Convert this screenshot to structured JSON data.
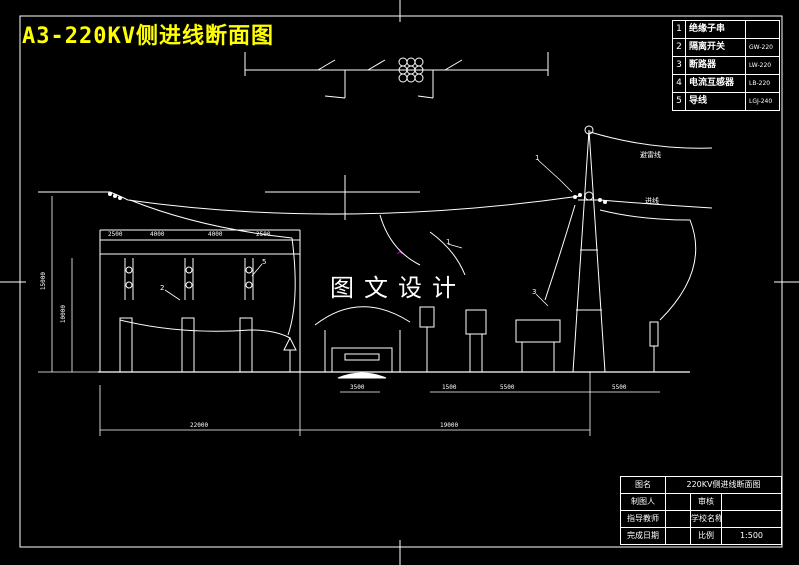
{
  "title": "A3-220KV侧进线断面图",
  "watermark": "图文设计",
  "legend": [
    {
      "no": "1",
      "name": "绝缘子串",
      "model": ""
    },
    {
      "no": "2",
      "name": "隔离开关",
      "model": "GW-220"
    },
    {
      "no": "3",
      "name": "断路器",
      "model": "LW-220"
    },
    {
      "no": "4",
      "name": "电流互感器",
      "model": "LB-220"
    },
    {
      "no": "5",
      "name": "导线",
      "model": "LGJ-240"
    }
  ],
  "labels": {
    "ground_wire": "避雷线",
    "incoming": "进线",
    "callout_1": "1",
    "callout_1b": "1",
    "callout_2": "2",
    "callout_3": "3",
    "callout_5": "5"
  },
  "dims": {
    "d2500a": "2500",
    "d4000a": "4000",
    "d4000b": "4000",
    "d2500b": "2500",
    "d3500": "3500",
    "d1500": "1500",
    "d5500a": "5500",
    "d5500b": "5500",
    "d22000": "22000",
    "d19000": "19000",
    "h15000": "15000",
    "h10000": "10000"
  },
  "title_block": {
    "r1c1": "图名",
    "r1val": "220KV侧进线断面图",
    "r2c1": "制图人",
    "r2c3": "审核",
    "r3c1": "指导教师",
    "r3c3": "学校名称",
    "r4c1": "完成日期",
    "r4c3": "比例",
    "r4c4": "1:500"
  }
}
